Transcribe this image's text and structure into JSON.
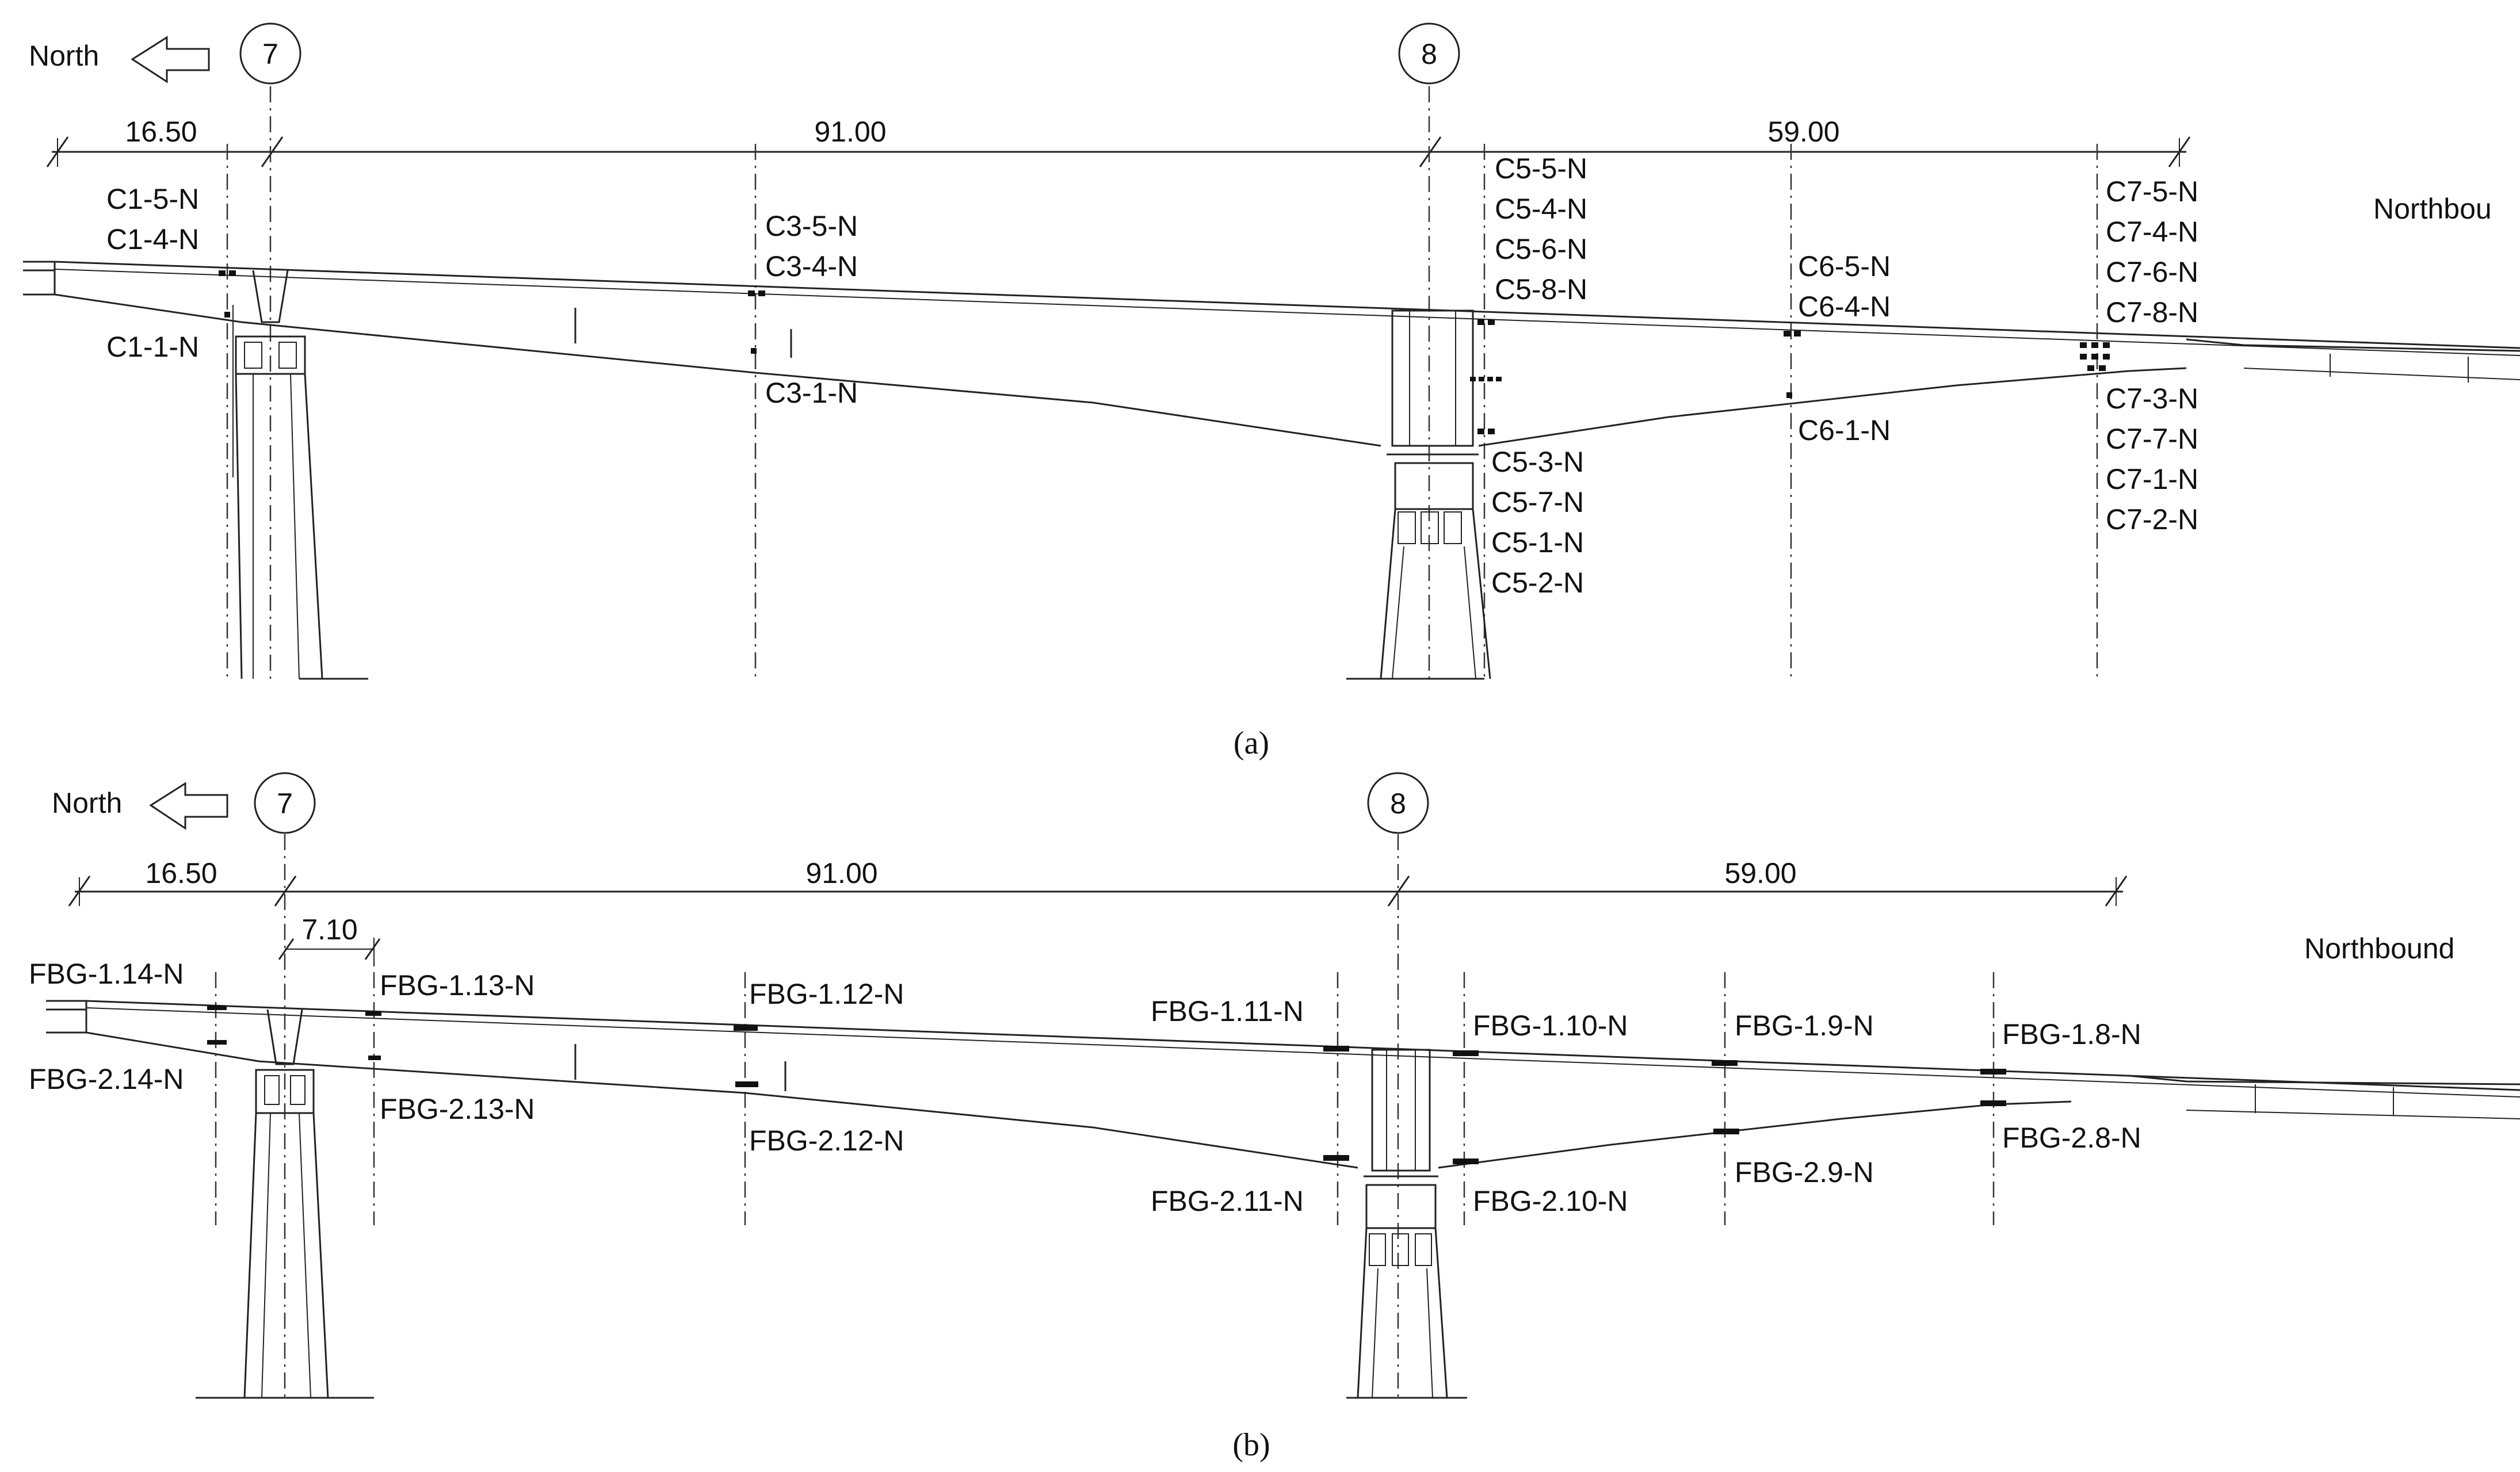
{
  "panel_a": {
    "north_label": "North",
    "pier_7": "7",
    "pier_8": "8",
    "span_1": "16.50",
    "span_2": "91.00",
    "span_3": "59.00",
    "direction": "Northbou",
    "labels": {
      "c1_top": [
        "C1-5-N",
        "C1-4-N"
      ],
      "c1_bottom": [
        "C1-1-N"
      ],
      "c3_top": [
        "C3-5-N",
        "C3-4-N"
      ],
      "c3_bottom": [
        "C3-1-N"
      ],
      "c5_top": [
        "C5-5-N",
        "C5-4-N",
        "C5-6-N",
        "C5-8-N"
      ],
      "c5_bottom": [
        "C5-3-N",
        "C5-7-N",
        "C5-1-N",
        "C5-2-N"
      ],
      "c6_top": [
        "C6-5-N",
        "C6-4-N"
      ],
      "c6_bottom": [
        "C6-1-N"
      ],
      "c7_top": [
        "C7-5-N",
        "C7-4-N",
        "C7-6-N",
        "C7-8-N"
      ],
      "c7_bottom": [
        "C7-3-N",
        "C7-7-N",
        "C7-1-N",
        "C7-2-N"
      ]
    },
    "caption": "(a)"
  },
  "panel_b": {
    "north_label": "North",
    "pier_7": "7",
    "pier_8": "8",
    "span_1": "16.50",
    "span_2": "91.00",
    "span_3": "59.00",
    "offset": "7.10",
    "direction": "Northbound",
    "labels": {
      "fbg_1_14": "FBG-1.14-N",
      "fbg_2_14": "FBG-2.14-N",
      "fbg_1_13": "FBG-1.13-N",
      "fbg_2_13": "FBG-2.13-N",
      "fbg_1_12": "FBG-1.12-N",
      "fbg_2_12": "FBG-2.12-N",
      "fbg_1_11": "FBG-1.11-N",
      "fbg_2_11": "FBG-2.11-N",
      "fbg_1_10": "FBG-1.10-N",
      "fbg_2_10": "FBG-2.10-N",
      "fbg_1_9": "FBG-1.9-N",
      "fbg_2_9": "FBG-2.9-N",
      "fbg_1_8": "FBG-1.8-N",
      "fbg_2_8": "FBG-2.8-N"
    },
    "caption": "(b)"
  }
}
